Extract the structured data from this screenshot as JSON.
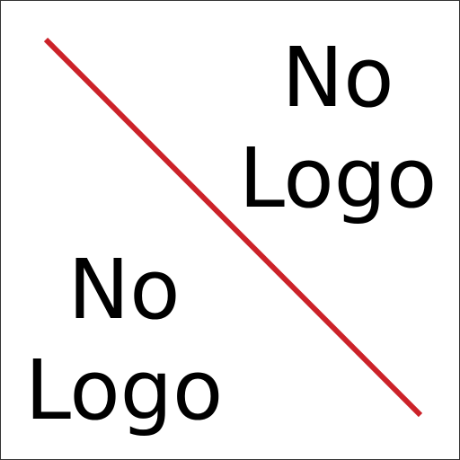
{
  "placeholder": {
    "top_text": {
      "line1": "No",
      "line2": "Logo"
    },
    "bottom_text": {
      "line1": "No",
      "line2": "Logo"
    },
    "colors": {
      "background": "#ffffff",
      "text": "#000000",
      "slash": "#cc2229",
      "border": "#333333"
    }
  }
}
